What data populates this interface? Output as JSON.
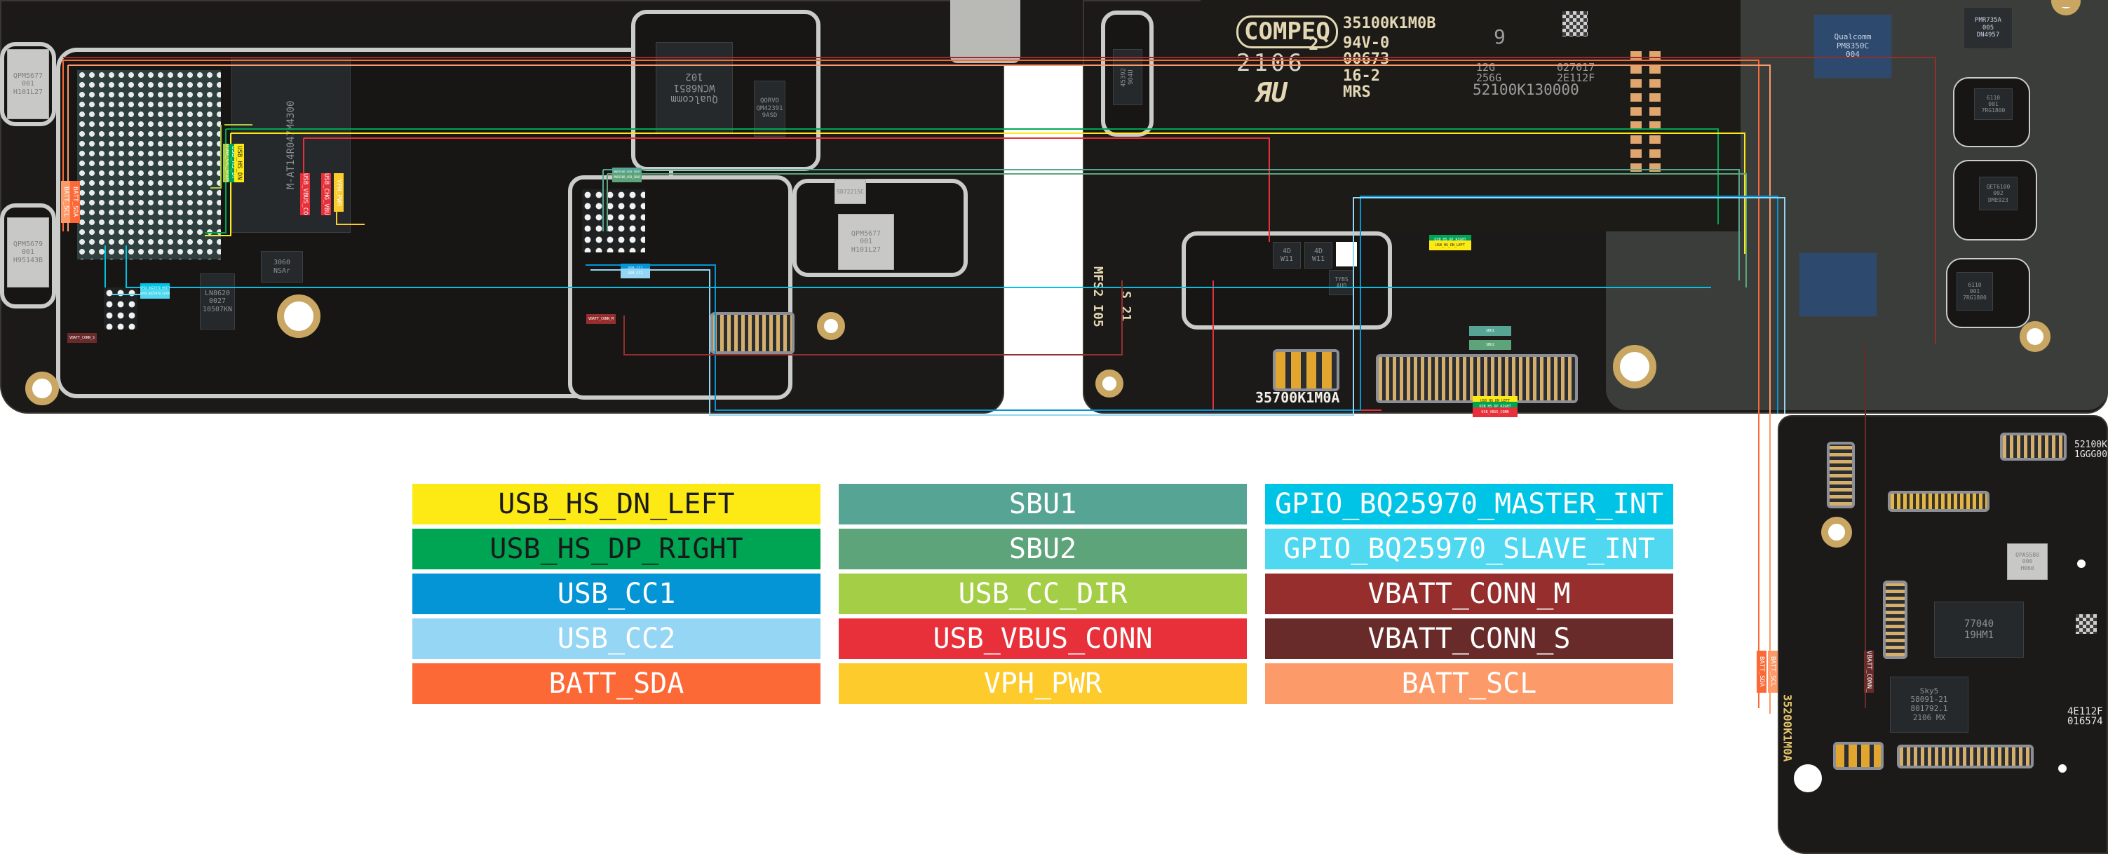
{
  "board_markings": {
    "compeq_logo": "COMPEQ",
    "compeq_sub": "2",
    "date_code": "2106",
    "main_pn": "35100K1M0B",
    "flammability": "94V-0",
    "lot": "00673",
    "layer": "16-2",
    "mrs": "MRS",
    "num_9": "9",
    "mem_ram": "12G",
    "mem_rom": "256G",
    "code_a": "027017",
    "code_b": "2E112F",
    "board_pn": "52100K130000",
    "conn_board_pn": "35700K1M0A",
    "mfs": "MFS2 I05",
    "s21": "S 21",
    "sub_pn": "35200K1M0A",
    "sub_code_a": "4E112F",
    "sub_code_b": "016574",
    "sub_pn2": "52100K",
    "sub_pn3": "1GGG00"
  },
  "chips": {
    "qpm1": "QPM5677\n001\nH101L27",
    "qpm2": "QPM5679\n001\nH95143B",
    "memory": "M-AT14R047M4300",
    "wcn": "Qualcomm\nWCN6851\n102",
    "qorvo": "QORVO\nQM42391\n9ASD",
    "qpm3": "QPM5677\n001\nH101L27",
    "sd": "SD7221SC",
    "pmr": "PMR735A\n005\nDN4957",
    "pm8350": "Qualcomm\nPM8350C\n004",
    "chip6110a": "6110\n001\n7RG1800",
    "qet": "QET6100\n002\nDME923",
    "chip6110b": "6110\n001\n7RG1800",
    "c4d1": "4D\nW11",
    "c4d2": "4D\nW11",
    "tybs": "TYBS\nAUD",
    "c45392": "45392\n904U",
    "ln8620a": "LN8620\n0027\n10507KN",
    "c3060": "3060\nNSAr",
    "c77040": "77040\n19HM1",
    "sky": "Sky5\n58091-21\n801792.1\n2106 MX",
    "qpa": "QPA5580\n000\nH060"
  },
  "board_net_labels": {
    "batt_scl": "BATT_SCL",
    "batt_sda": "BATT_SDA",
    "usb_hs_dn": "USB_HS_DN",
    "usb_hs_dp": "USB_HS_DP",
    "usb_cc_dir": "USB_CC_DIR",
    "usb_vbus_conn": "USB_VBUS_CONN",
    "usb_chg_vbus": "USB_CHG_VBUS",
    "vph_pwr": "VPH_PWR",
    "gpio_master": "GPIO_BQ25970_MASTER_INT",
    "gpio_slave": "GPIO_BQ25970_SLAVE_INT",
    "vbatt_s": "VBATT_CONN_S",
    "vbatt_m": "VBATT_CONN_M",
    "pm_sbu1": "PM8350B_USB_SBU1",
    "pm_sbu2": "PM8350B_USB_SBU2",
    "usb_cc1": "USB_CC1",
    "usb_cc2": "USB_CC2",
    "sbu1": "SBU1",
    "sbu2": "SBU2",
    "usb_hs_dp_right": "USB_HS_DP_RIGHT",
    "usb_hs_dn_left": "USB_HS_DN_LEFT"
  },
  "legend": [
    {
      "label": "USB_HS_DN_LEFT",
      "color": "#fdea14",
      "text_color": "#1a1a1a"
    },
    {
      "label": "SBU1",
      "color": "#56a594",
      "text_color": "#ffffff"
    },
    {
      "label": "GPIO_BQ25970_MASTER_INT",
      "color": "#00c4e6",
      "text_color": "#ffffff"
    },
    {
      "label": "USB_HS_DP_RIGHT",
      "color": "#00a553",
      "text_color": "#1a1a1a"
    },
    {
      "label": "SBU2",
      "color": "#5ea47a",
      "text_color": "#ffffff"
    },
    {
      "label": "GPIO_BQ25970_SLAVE_INT",
      "color": "#4fd8ef",
      "text_color": "#ffffff"
    },
    {
      "label": "USB_CC1",
      "color": "#0495d7",
      "text_color": "#ffffff"
    },
    {
      "label": "USB_CC_DIR",
      "color": "#a5ce47",
      "text_color": "#ffffff"
    },
    {
      "label": "VBATT_CONN_M",
      "color": "#962e2e",
      "text_color": "#ffffff"
    },
    {
      "label": "USB_CC2",
      "color": "#95d6f4",
      "text_color": "#ffffff"
    },
    {
      "label": "USB_VBUS_CONN",
      "color": "#e8303a",
      "text_color": "#ffffff"
    },
    {
      "label": "VBATT_CONN_S",
      "color": "#692b2a",
      "text_color": "#ffffff"
    },
    {
      "label": "BATT_SDA",
      "color": "#fd6837",
      "text_color": "#ffffff"
    },
    {
      "label": "VPH_PWR",
      "color": "#fdcb2b",
      "text_color": "#ffffff"
    },
    {
      "label": "BATT_SCL",
      "color": "#fd9a69",
      "text_color": "#ffffff"
    }
  ],
  "net_colors": {
    "USB_HS_DN_LEFT": "#fdea14",
    "USB_HS_DP_RIGHT": "#00a553",
    "USB_CC1": "#0495d7",
    "USB_CC2": "#95d6f4",
    "BATT_SDA": "#fd6837",
    "SBU1": "#56a594",
    "SBU2": "#5ea47a",
    "USB_CC_DIR": "#a5ce47",
    "USB_VBUS_CONN": "#e8303a",
    "VPH_PWR": "#fdcb2b",
    "GPIO_BQ25970_MASTER_INT": "#00c4e6",
    "GPIO_BQ25970_SLAVE_INT": "#4fd8ef",
    "VBATT_CONN_M": "#962e2e",
    "VBATT_CONN_S": "#692b2a",
    "BATT_SCL": "#fd9a69"
  }
}
